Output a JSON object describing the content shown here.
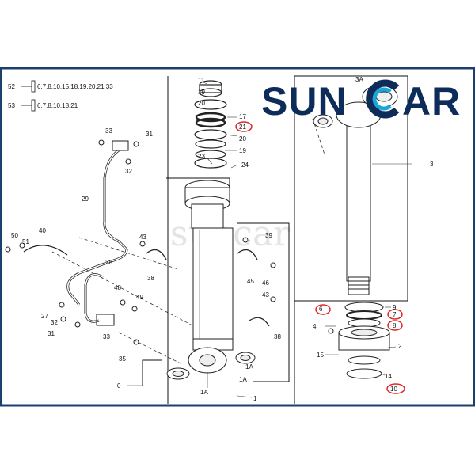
{
  "brand": {
    "name_parts": [
      "SUN",
      "AR"
    ],
    "watermark": "suncar",
    "color_primary": "#0d2c5a",
    "color_accent": "#1aa6d9",
    "border_color": "#1d3f6e"
  },
  "kits": [
    {
      "id": "52",
      "parts": "6,7,8,10,15,18,19,20,21,33"
    },
    {
      "id": "53",
      "parts": "6,7,8,10,18,21"
    }
  ],
  "labels": {
    "p0": "0",
    "p1": "1",
    "p1A_a": "1A",
    "p1A_b": "1A",
    "p1A_c": "1A",
    "p2": "2",
    "p3": "3",
    "p3A": "3A",
    "p4": "4",
    "p6": "6",
    "p7": "7",
    "p8": "8",
    "p9": "9",
    "p10": "10",
    "p11": "11",
    "p14": "14",
    "p15": "15",
    "p17": "17",
    "p19a": "19",
    "p19b": "19",
    "p20a": "20",
    "p20b": "20",
    "p21": "21",
    "p23": "23",
    "p24": "24",
    "p27": "27",
    "p28": "28",
    "p29": "29",
    "p31a": "31",
    "p31b": "31",
    "p32a": "32",
    "p32b": "32",
    "p33a": "33",
    "p33b": "33",
    "p35": "35",
    "p38a": "38",
    "p38b": "38",
    "p39": "39",
    "p40": "40",
    "p43a": "43",
    "p43b": "43",
    "p45": "45",
    "p46": "46",
    "p48": "48",
    "p49": "49",
    "p50": "50",
    "p51": "51"
  },
  "highlight_color": "#e0262b"
}
